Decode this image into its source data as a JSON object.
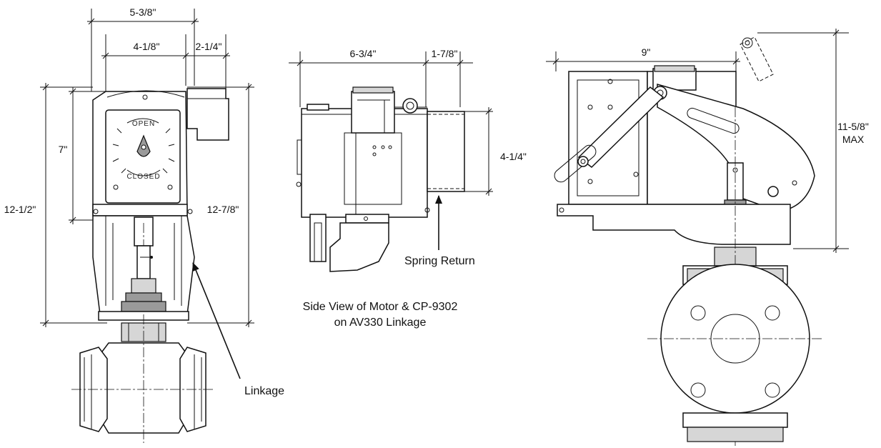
{
  "front_view": {
    "dimensions": {
      "overall_width": "5-3/8\"",
      "body_width": "4-1/8\"",
      "box_width": "2-1/4\"",
      "motor_height": "7\"",
      "overall_height": "12-1/2\"",
      "linkage_height": "12-7/8\""
    },
    "dial": {
      "open": "OPEN",
      "closed": "CLOSED"
    },
    "callout": "Linkage"
  },
  "side_view": {
    "dimensions": {
      "body_length": "6-3/4\"",
      "spring_length": "1-7/8\"",
      "spring_height": "4-1/4\""
    },
    "callout": "Spring Return",
    "caption_line1": "Side View of Motor & CP-9302",
    "caption_line2": "on AV330 Linkage"
  },
  "right_view": {
    "dimensions": {
      "width": "9\"",
      "height_value": "11-5/8\"",
      "height_note": "MAX"
    }
  }
}
